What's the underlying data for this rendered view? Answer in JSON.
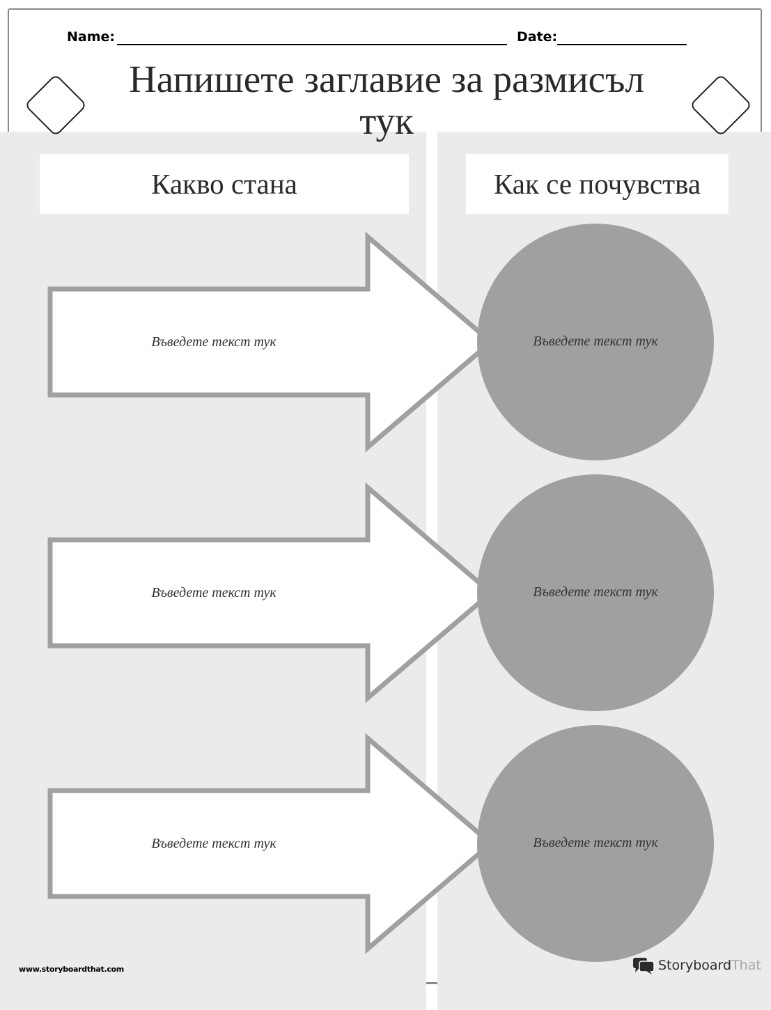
{
  "header": {
    "name_label": "Name:",
    "date_label": "Date:",
    "title": "Напишете заглавие за размисъл тук"
  },
  "columns": {
    "left_heading": "Какво стана",
    "right_heading": "Как се почувства"
  },
  "rows": [
    {
      "event_text": "Въведете текст тук",
      "feeling_text": "Въведете текст тук"
    },
    {
      "event_text": "Въведете текст тук",
      "feeling_text": "Въведете текст тук"
    },
    {
      "event_text": "Въведете текст тук",
      "feeling_text": "Въведете текст тук"
    }
  ],
  "footer": {
    "url": "www.storyboardthat.com",
    "brand_part1": "Storyboard",
    "brand_part2": "That"
  },
  "colors": {
    "panel_background": "#ebebeb",
    "arrow_outline": "#a0a0a0",
    "circle_fill": "#a0a0a0"
  }
}
